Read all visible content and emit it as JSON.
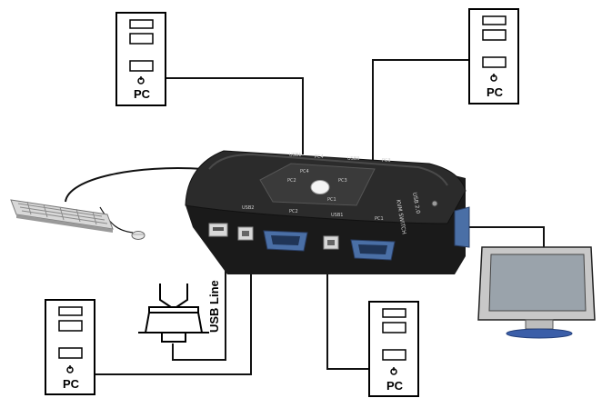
{
  "pcs": [
    {
      "id": "pc-top-left",
      "label": "PC"
    },
    {
      "id": "pc-top-right",
      "label": "PC"
    },
    {
      "id": "pc-bottom-left",
      "label": "PC"
    },
    {
      "id": "pc-bottom-right",
      "label": "PC"
    }
  ],
  "usb_line_label": "USB Line",
  "kvm": {
    "brand": "KVM SWITCH",
    "model": "USB 2.0",
    "port_labels": {
      "pc1": "PC1",
      "pc2": "PC2",
      "usb1": "USB1",
      "usb2": "USB2"
    },
    "top_labels": [
      "USB1",
      "PC4",
      "USB3",
      "PC3"
    ],
    "select_labels": [
      "PC1",
      "PC2",
      "PC3",
      "PC4"
    ],
    "colors": {
      "body": "#1d1d1d",
      "vga": "#4a6fa6",
      "usb": "#dadada"
    }
  }
}
